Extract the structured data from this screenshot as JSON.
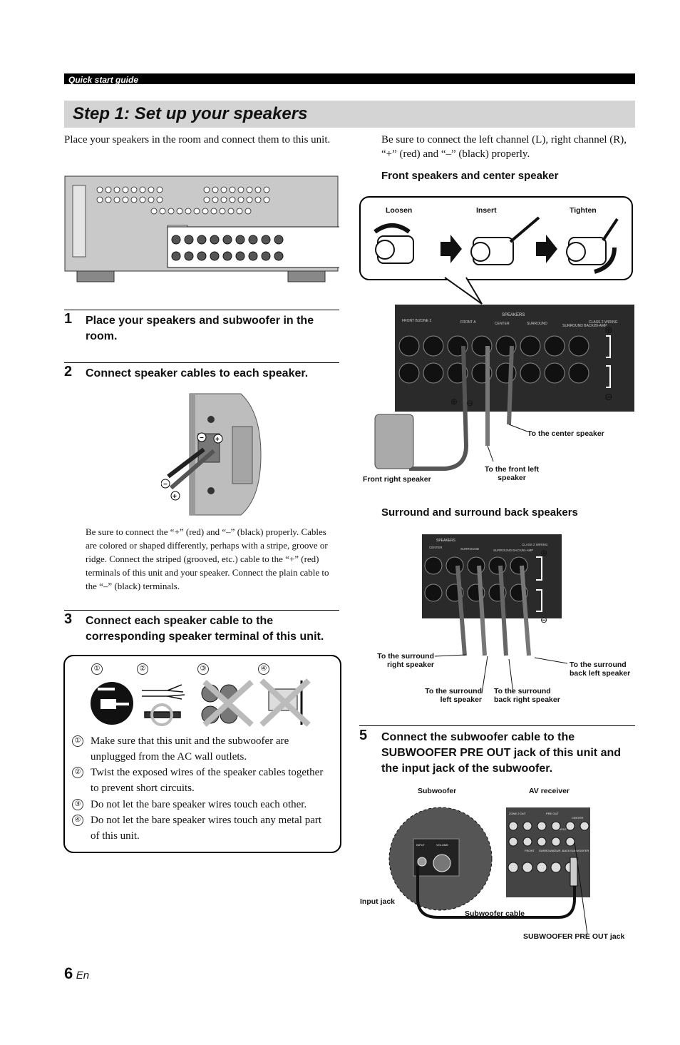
{
  "header": {
    "section": "Quick start guide",
    "title": "Step 1: Set up your speakers"
  },
  "intro": {
    "left": "Place your speakers in the room and connect them to this unit.",
    "right": "Be sure to connect the left channel (L), right channel (R), “+” (red) and “–” (black) properly."
  },
  "steps": [
    {
      "num": "1",
      "title": "Place your speakers and subwoofer in the room."
    },
    {
      "num": "2",
      "title": "Connect speaker cables to each speaker."
    },
    {
      "num": "3",
      "title": "Connect each speaker cable to the corresponding speaker terminal of this unit."
    },
    {
      "num": "5",
      "title": "Connect the subwoofer cable to the SUBWOOFER PRE OUT jack of this unit and the input jack of the subwoofer."
    }
  ],
  "step2_note": "Be sure to connect the “+” (red) and “–” (black) properly. Cables are colored or shaped differently, perhaps with a stripe, groove or ridge. Connect the striped (grooved, etc.) cable to the “+” (red) terminals of this unit and your speaker. Connect the plain cable to the “–” (black) terminals.",
  "step3_box": {
    "markers": [
      "①",
      "②",
      "③",
      "④"
    ],
    "items": [
      {
        "mark": "①",
        "text": "Make sure that this unit and the subwoofer are unplugged from the AC wall outlets."
      },
      {
        "mark": "②",
        "text": "Twist the exposed wires of the speaker cables together to prevent short circuits."
      },
      {
        "mark": "③",
        "text": "Do not let the bare speaker wires touch each other."
      },
      {
        "mark": "④",
        "text": "Do not let the bare speaker wires touch any metal part of this unit."
      }
    ]
  },
  "front": {
    "heading": "Front speakers and center speaker",
    "actions": [
      "Loosen",
      "Insert",
      "Tighten"
    ],
    "panel_labels": [
      "SPEAKERS",
      "FRONT B/ZONE 2",
      "FRONT A",
      "CENTER",
      "SURROUND",
      "SURROUND BACK/BI-AMP",
      "CLASS 2 WIRING"
    ],
    "callouts": {
      "center": "To the center speaker",
      "front_left": "To the front left speaker",
      "front_right": "Front right speaker"
    }
  },
  "surround": {
    "heading": "Surround and surround back speakers",
    "panel_labels": [
      "SPEAKERS",
      "CENTER",
      "SURROUND",
      "SURROUND BACK/BI-AMP",
      "CLASS 2 WIRING"
    ],
    "callouts": {
      "surround_right": "To the surround right speaker",
      "surround_left": "To the surround left speaker",
      "surround_back_right": "To the surround back right speaker",
      "surround_back_left": "To the surround back left speaker"
    }
  },
  "subwoofer": {
    "label_sub": "Subwoofer",
    "label_av": "AV receiver",
    "input_jack": "Input jack",
    "cable": "Subwoofer cable",
    "pre_out": "SUBWOOFER PRE OUT jack",
    "panel_labels": [
      "INPUT",
      "VOLUME",
      "ZONE 2 OUT",
      "PRE OUT",
      "CENTER",
      "SINGLE",
      "FRONT",
      "SURROUND",
      "SUR. BACK",
      "SUBWOOFER"
    ]
  },
  "footer": {
    "page": "6",
    "lang": "En"
  }
}
